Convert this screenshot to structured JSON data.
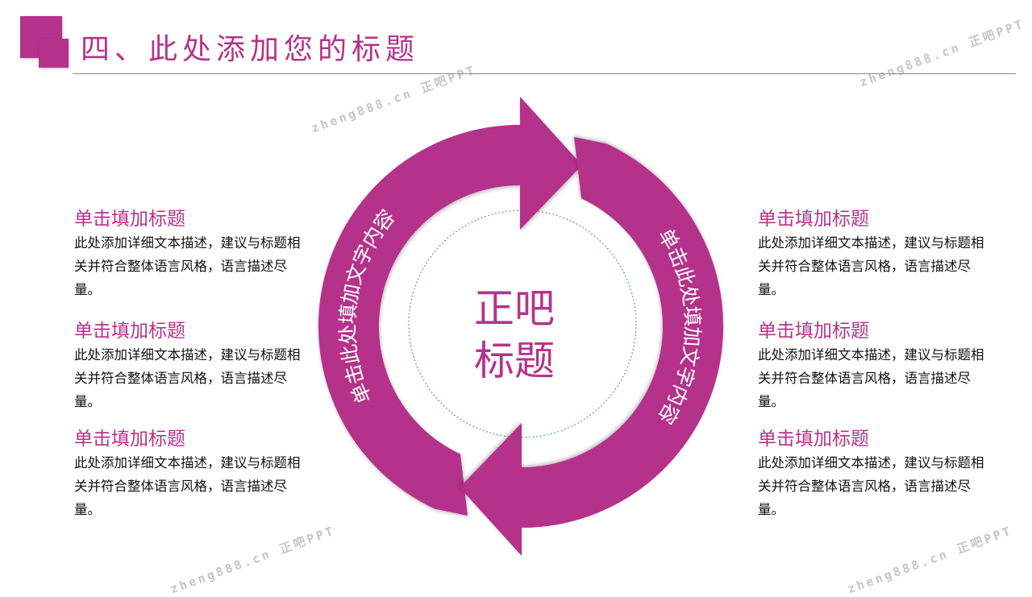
{
  "header": {
    "title": "四、此处添加您的标题"
  },
  "diagram": {
    "center_line1": "正吧",
    "center_line2": "标题",
    "left_arrow_text": "单击此处填加文字内容",
    "right_arrow_text": "单击此处填加文字内容",
    "color": "#b5338a",
    "ring_guide_color": "#2e9a6a"
  },
  "left_blocks": [
    {
      "title": "单击填加标题",
      "body": "此处添加详细文本描述，建议与标题相关并符合整体语言风格，语言描述尽量。"
    },
    {
      "title": "单击填加标题",
      "body": "此处添加详细文本描述，建议与标题相关并符合整体语言风格，语言描述尽量。"
    },
    {
      "title": "单击填加标题",
      "body": "此处添加详细文本描述，建议与标题相关并符合整体语言风格，语言描述尽量。"
    }
  ],
  "right_blocks": [
    {
      "title": "单击填加标题",
      "body": "此处添加详细文本描述，建议与标题相关并符合整体语言风格，语言描述尽量。"
    },
    {
      "title": "单击填加标题",
      "body": "此处添加详细文本描述，建议与标题相关并符合整体语言风格，语言描述尽量。"
    },
    {
      "title": "单击填加标题",
      "body": "此处添加详细文本描述，建议与标题相关并符合整体语言风格，语言描述尽量。"
    }
  ],
  "watermarks": [
    "zheng888.cn 正吧PPT",
    "zheng888.cn 正吧PPT",
    "zheng888.cn 正吧PPT",
    "zheng888.cn 正吧PPT"
  ]
}
